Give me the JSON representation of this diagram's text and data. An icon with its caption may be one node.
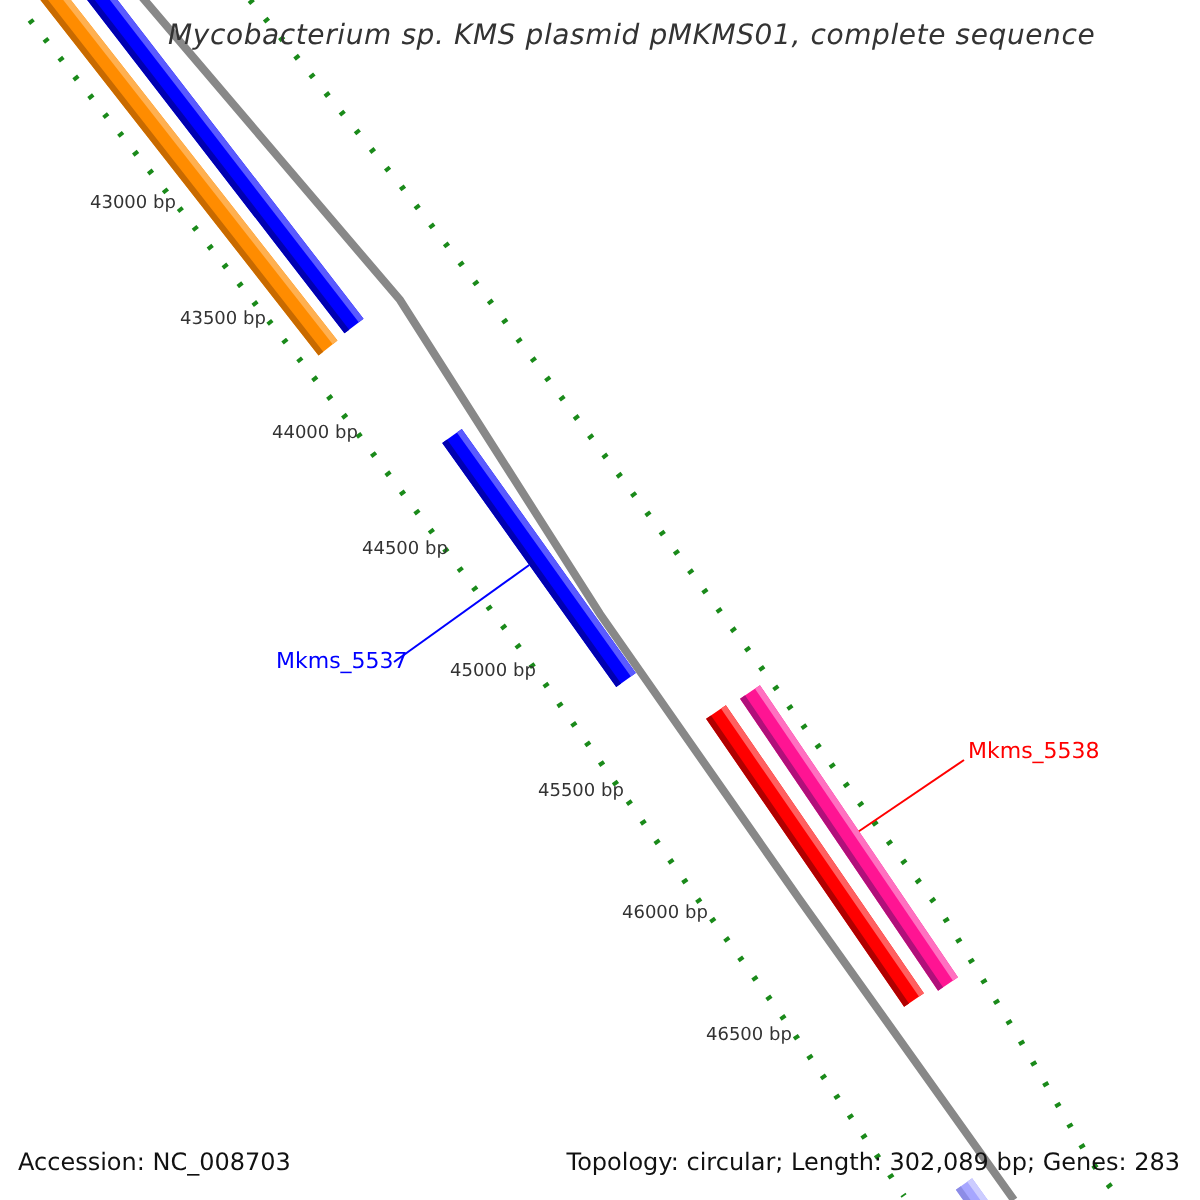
{
  "diagram": {
    "title": "Mycobacterium sp. KMS plasmid pMKMS01, complete sequence",
    "nodes": [
      {
        "text": [],
        "shape": "bar"
      },
      {
        "text": [],
        "shape": "bar"
      },
      {
        "text": [],
        "shape": "bar"
      },
      {
        "text": [
          "Mkms_5537"
        ]
      },
      {
        "text": [],
        "shape": "bar"
      },
      {
        "text": [],
        "shape": "bar"
      },
      {
        "text": [
          "Mkms_5538"
        ]
      },
      {
        "text": [],
        "shape": "bar"
      }
    ],
    "edges": [
      {
        "from": 3,
        "to": 2,
        "arrow": "none",
        "color": "#0000ff"
      },
      {
        "from": 6,
        "to": 5,
        "arrow": "none",
        "color": "#ff0000"
      }
    ],
    "labels": [
      "43000 bp",
      "43500 bp",
      "44000 bp",
      "44500 bp",
      "45000 bp",
      "45500 bp",
      "46000 bp",
      "46500 bp",
      "Accession: NC_008703",
      "Topology: circular; Length: 302,089 bp; Genes: 283"
    ]
  }
}
